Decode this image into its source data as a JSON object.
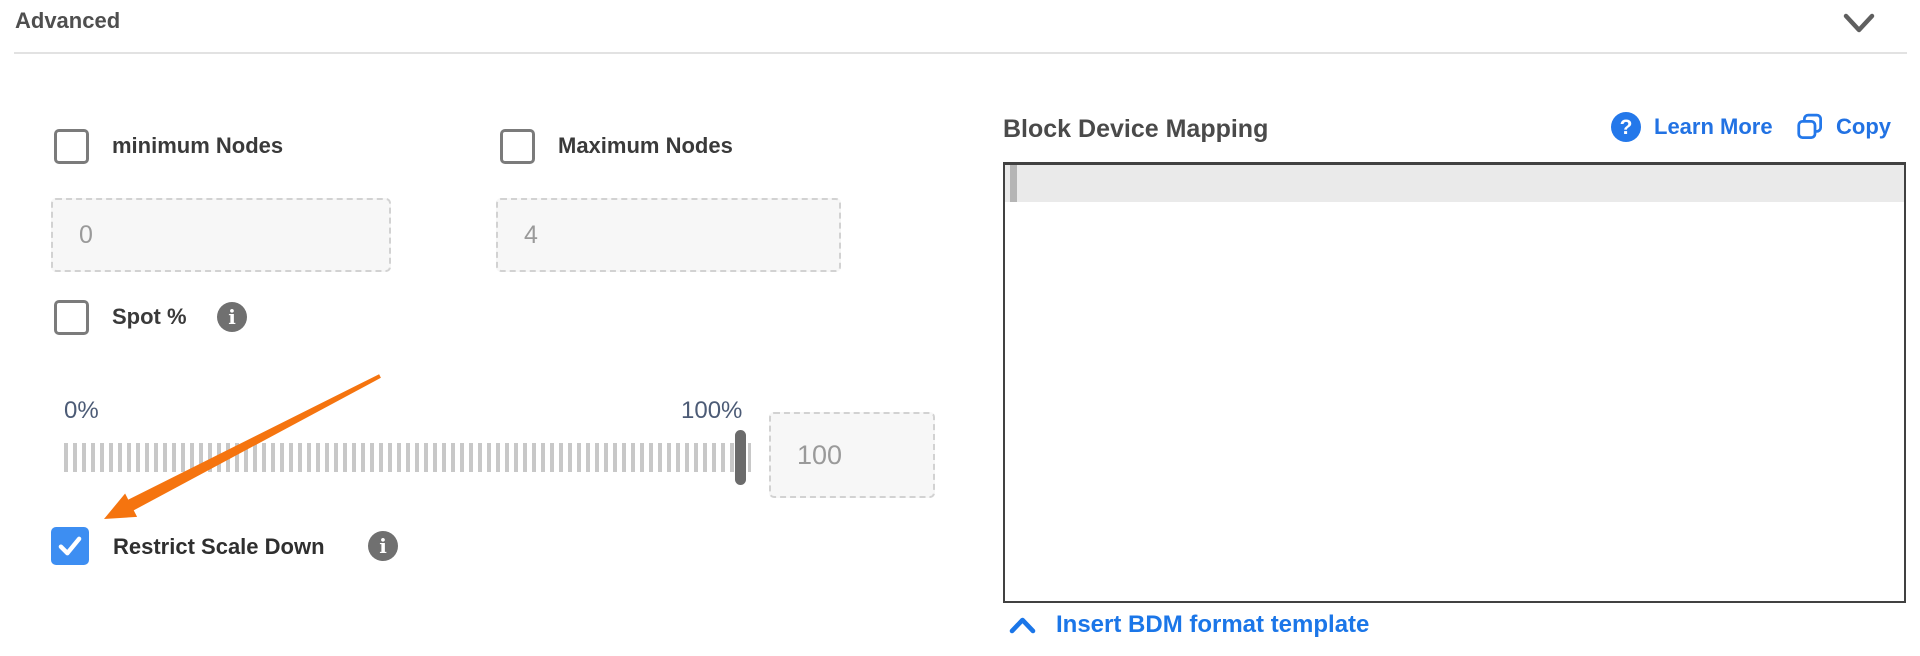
{
  "header": {
    "title": "Advanced"
  },
  "left_panel": {
    "minimum_nodes": {
      "label": "minimum Nodes",
      "value": "0",
      "checked": false
    },
    "maximum_nodes": {
      "label": "Maximum Nodes",
      "value": "4",
      "checked": false
    },
    "spot": {
      "label": "Spot %",
      "checked": false
    },
    "slider": {
      "min_label": "0%",
      "max_label": "100%",
      "value": "100",
      "position_percent": 100
    },
    "restrict_scale_down": {
      "label": "Restrict Scale Down",
      "checked": true
    }
  },
  "bdm_panel": {
    "title": "Block Device Mapping",
    "learn_more_label": "Learn More",
    "copy_label": "Copy",
    "editor_value": "",
    "insert_template_label": "Insert BDM format template"
  },
  "icons": {
    "header_collapse": "chevron-down-icon",
    "spot_help": "info-icon",
    "restrict_help": "info-icon",
    "learn_more": "question-circle-icon",
    "copy": "copy-icon",
    "insert_template": "chevron-up-icon",
    "annotation": "orange-arrow-annotation"
  },
  "colors": {
    "link_blue": "#2272e3",
    "checked_checkbox_blue": "#3d8ef2",
    "arrow_orange": "#f5740f",
    "slider_label": "#4c5b76",
    "editor_border": "#414141",
    "active_line_bg": "#eaeaea"
  }
}
